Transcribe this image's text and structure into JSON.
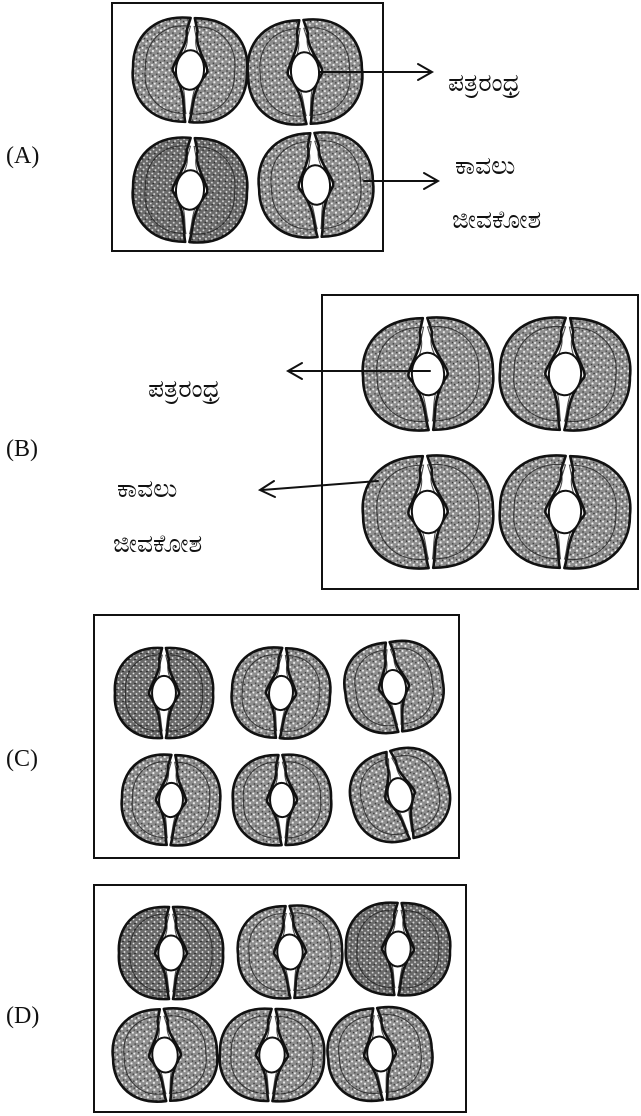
{
  "options": [
    {
      "label": "(A)",
      "pore_label": "ಪತ್ರರಂಧ್ರ",
      "guard_label_1": "ಕಾವಲು",
      "guard_label_2": "ಜೀವಕೋಶ"
    },
    {
      "label": "(B)",
      "pore_label": "ಪತ್ರರಂಧ್ರ",
      "guard_label_1": "ಕಾವಲು",
      "guard_label_2": "ಜೀವಕೋಶ"
    },
    {
      "label": "(C)"
    },
    {
      "label": "(D)"
    }
  ]
}
